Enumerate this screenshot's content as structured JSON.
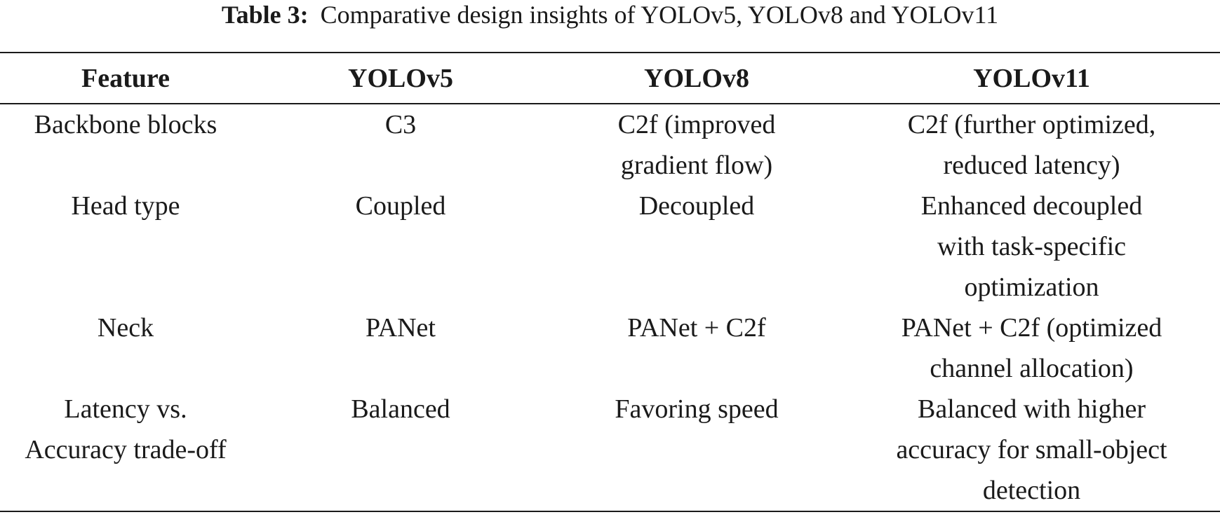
{
  "caption": {
    "label": "Table 3:",
    "text": "Comparative design insights of YOLOv5, YOLOv8 and YOLOv11"
  },
  "table": {
    "headers": [
      "Feature",
      "YOLOv5",
      "YOLOv8",
      "YOLOv11"
    ],
    "rows": [
      [
        "Backbone blocks",
        "C3",
        "C2f (improved\ngradient flow)",
        "C2f (further optimized,\nreduced latency)"
      ],
      [
        "Head type",
        "Coupled",
        "Decoupled",
        "Enhanced decoupled\nwith task-specific\noptimization"
      ],
      [
        "Neck",
        "PANet",
        "PANet + C2f",
        "PANet + C2f (optimized\nchannel allocation)"
      ],
      [
        "Latency vs.\nAccuracy trade-off",
        "Balanced",
        "Favoring speed",
        "Balanced with higher\naccuracy for small-object\ndetection"
      ]
    ]
  }
}
